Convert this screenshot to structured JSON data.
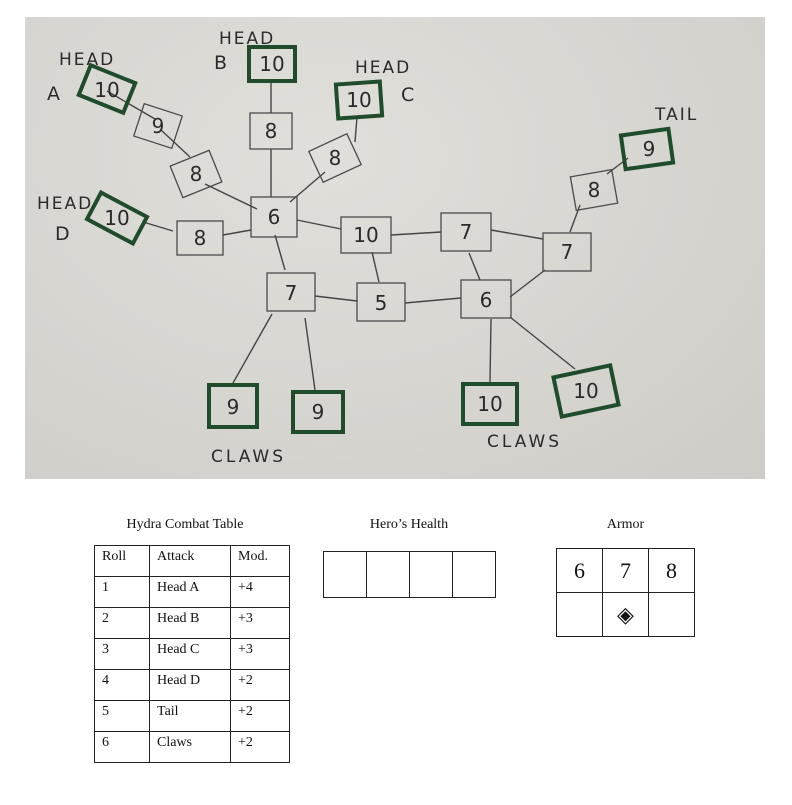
{
  "map": {
    "label_head": "HEAD",
    "label_tail": "TAIL",
    "label_claws": "CLAWS",
    "label_a": "A",
    "label_b": "B",
    "label_c": "C",
    "label_d": "D",
    "nodes": {
      "headA": "10",
      "a9": "9",
      "a8": "8",
      "headB": "10",
      "b8": "8",
      "headC": "10",
      "c8": "8",
      "headD": "10",
      "d8": "8",
      "hub6": "6",
      "mid10": "10",
      "mid7": "7",
      "right7": "7",
      "tail8": "8",
      "tail": "9",
      "left7": "7",
      "mid5": "5",
      "mid6": "6",
      "claw1": "9",
      "claw2": "9",
      "claw3": "10",
      "claw4": "10"
    },
    "colors": {
      "terminal": "#1f4d2b",
      "paper": "#d9d7d2"
    }
  },
  "combat": {
    "title": "Hydra Combat Table",
    "headers": [
      "Roll",
      "Attack",
      "Mod."
    ],
    "rows": [
      [
        "1",
        "Head A",
        "+4"
      ],
      [
        "2",
        "Head B",
        "+3"
      ],
      [
        "3",
        "Head C",
        "+3"
      ],
      [
        "4",
        "Head D",
        "+2"
      ],
      [
        "5",
        "Tail",
        "+2"
      ],
      [
        "6",
        "Claws",
        "+2"
      ]
    ]
  },
  "health": {
    "title": "Hero’s Health",
    "boxes": 4
  },
  "armor": {
    "title": "Armor",
    "values": [
      "6",
      "7",
      "8"
    ],
    "marker_icon": "diamond-marker-icon",
    "marker_glyph": "◈",
    "marker_column": 2
  }
}
